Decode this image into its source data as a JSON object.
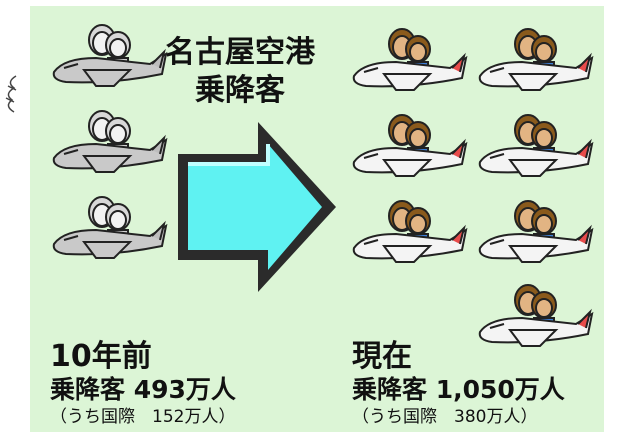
{
  "title": [
    "名古屋空港",
    "乗降客"
  ],
  "before": {
    "heading": "10年前",
    "passengers": "乗降客 493万人",
    "international": "（うち国際　152万人）",
    "plane_count": 3,
    "tint": "#c9c9c9"
  },
  "after": {
    "heading": "現在",
    "passengers": "乗降客 1,050万人",
    "international": "（うち国際　380万人）",
    "plane_count": 7,
    "tint": "#f4f4f4"
  },
  "colors": {
    "background": "#dcf5d6",
    "arrow_fill": "#5ff2f2",
    "arrow_edge": "#2b2b2b",
    "skin_color": "#e2b483"
  },
  "icons": [
    "plane-with-passengers-icon",
    "right-arrow-icon"
  ]
}
